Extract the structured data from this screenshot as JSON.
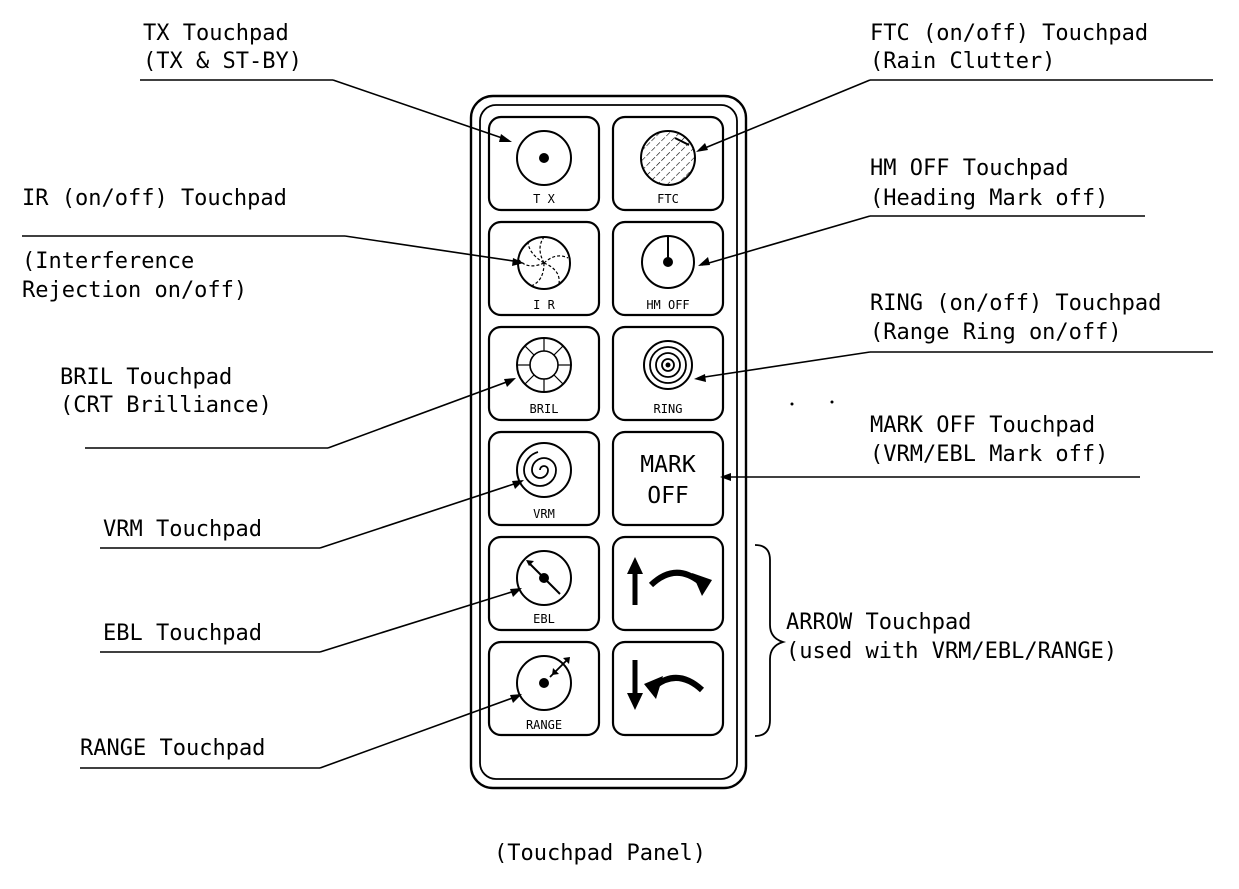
{
  "labels": {
    "tx_title": "TX Touchpad",
    "tx_sub": "(TX & ST-BY)",
    "ftc_title": "FTC (on/off) Touchpad",
    "ftc_sub": "(Rain Clutter)",
    "hm_title": "HM OFF Touchpad",
    "hm_sub": "(Heading Mark off)",
    "ir_title": "IR (on/off) Touchpad",
    "ir_sub1": "(Interference",
    "ir_sub2": "Rejection on/off)",
    "ring_title": "RING (on/off) Touchpad",
    "ring_sub": "(Range Ring on/off)",
    "bril_title": "BRIL Touchpad",
    "bril_sub": "(CRT Brilliance)",
    "mark_title": "MARK OFF Touchpad",
    "mark_sub": "(VRM/EBL Mark off)",
    "vrm_title": "VRM Touchpad",
    "ebl_title": "EBL Touchpad",
    "arrow_title": "ARROW Touchpad",
    "arrow_sub": "(used with VRM/EBL/RANGE)",
    "range_title": "RANGE Touchpad"
  },
  "pads": {
    "tx": "T X",
    "ftc": "FTC",
    "ir": "I R",
    "hm_off": "HM OFF",
    "bril": "BRIL",
    "ring": "RING",
    "vrm": "VRM",
    "mark_line1": "MARK",
    "mark_line2": "OFF",
    "ebl": "EBL",
    "range": "RANGE"
  },
  "caption": "(Touchpad Panel)"
}
